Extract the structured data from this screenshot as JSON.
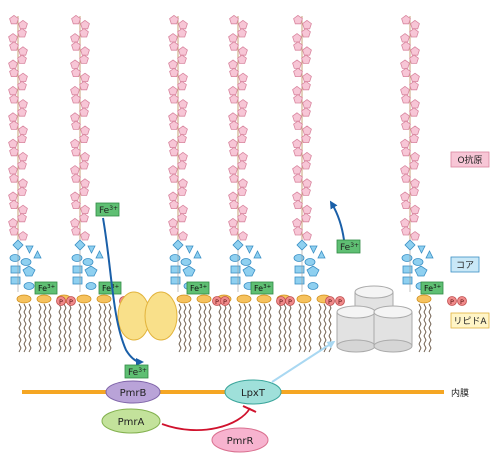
{
  "legend": {
    "o_antigen": "O抗原",
    "core": "コア",
    "lipid_a": "リピドA",
    "inner_membrane": "内膜"
  },
  "ions": {
    "fe_base": "Fe",
    "fe_charge": "3+"
  },
  "phosphate": "P",
  "proteins": {
    "pmrb": "PmrB",
    "pmra": "PmrA",
    "pmrr": "PmrR",
    "lpxt": "LpxT"
  },
  "colors": {
    "o_antigen_fill": "#f7c6d6",
    "o_antigen_stroke": "#d9869f",
    "core_fill": "#8fd0f0",
    "core_stroke": "#3a8fc4",
    "fe_box": "#5fbf73",
    "phosphate_fill": "#f08a8a",
    "lipid_head": "#f6c25e",
    "membrane": "#f5a623",
    "arrow_dark": "#1a5fa8",
    "arrow_light": "#a9d8f2",
    "inhibit_line": "#d0122d",
    "pmrb_fill": "#b9a3d8",
    "pmra_fill": "#c3e29b",
    "pmrr_fill": "#f7b3cf",
    "lpxt_fill": "#9fe0da"
  }
}
